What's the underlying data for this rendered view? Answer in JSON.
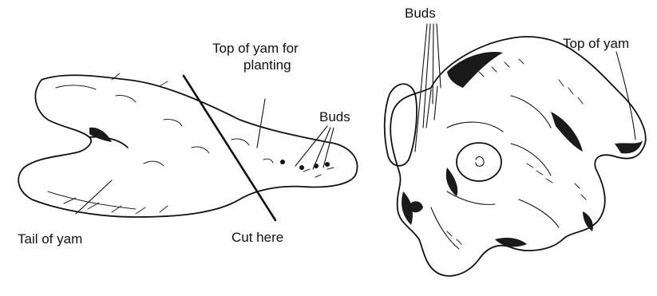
{
  "labels": {
    "top_of_yam_for_planting_line1": "Top of yam for",
    "top_of_yam_for_planting_line2": "planting",
    "buds_left": "Buds",
    "tail_of_yam": "Tail of yam",
    "cut_here": "Cut here",
    "buds_right": "Buds",
    "top_of_yam_right": "Top of yam"
  }
}
